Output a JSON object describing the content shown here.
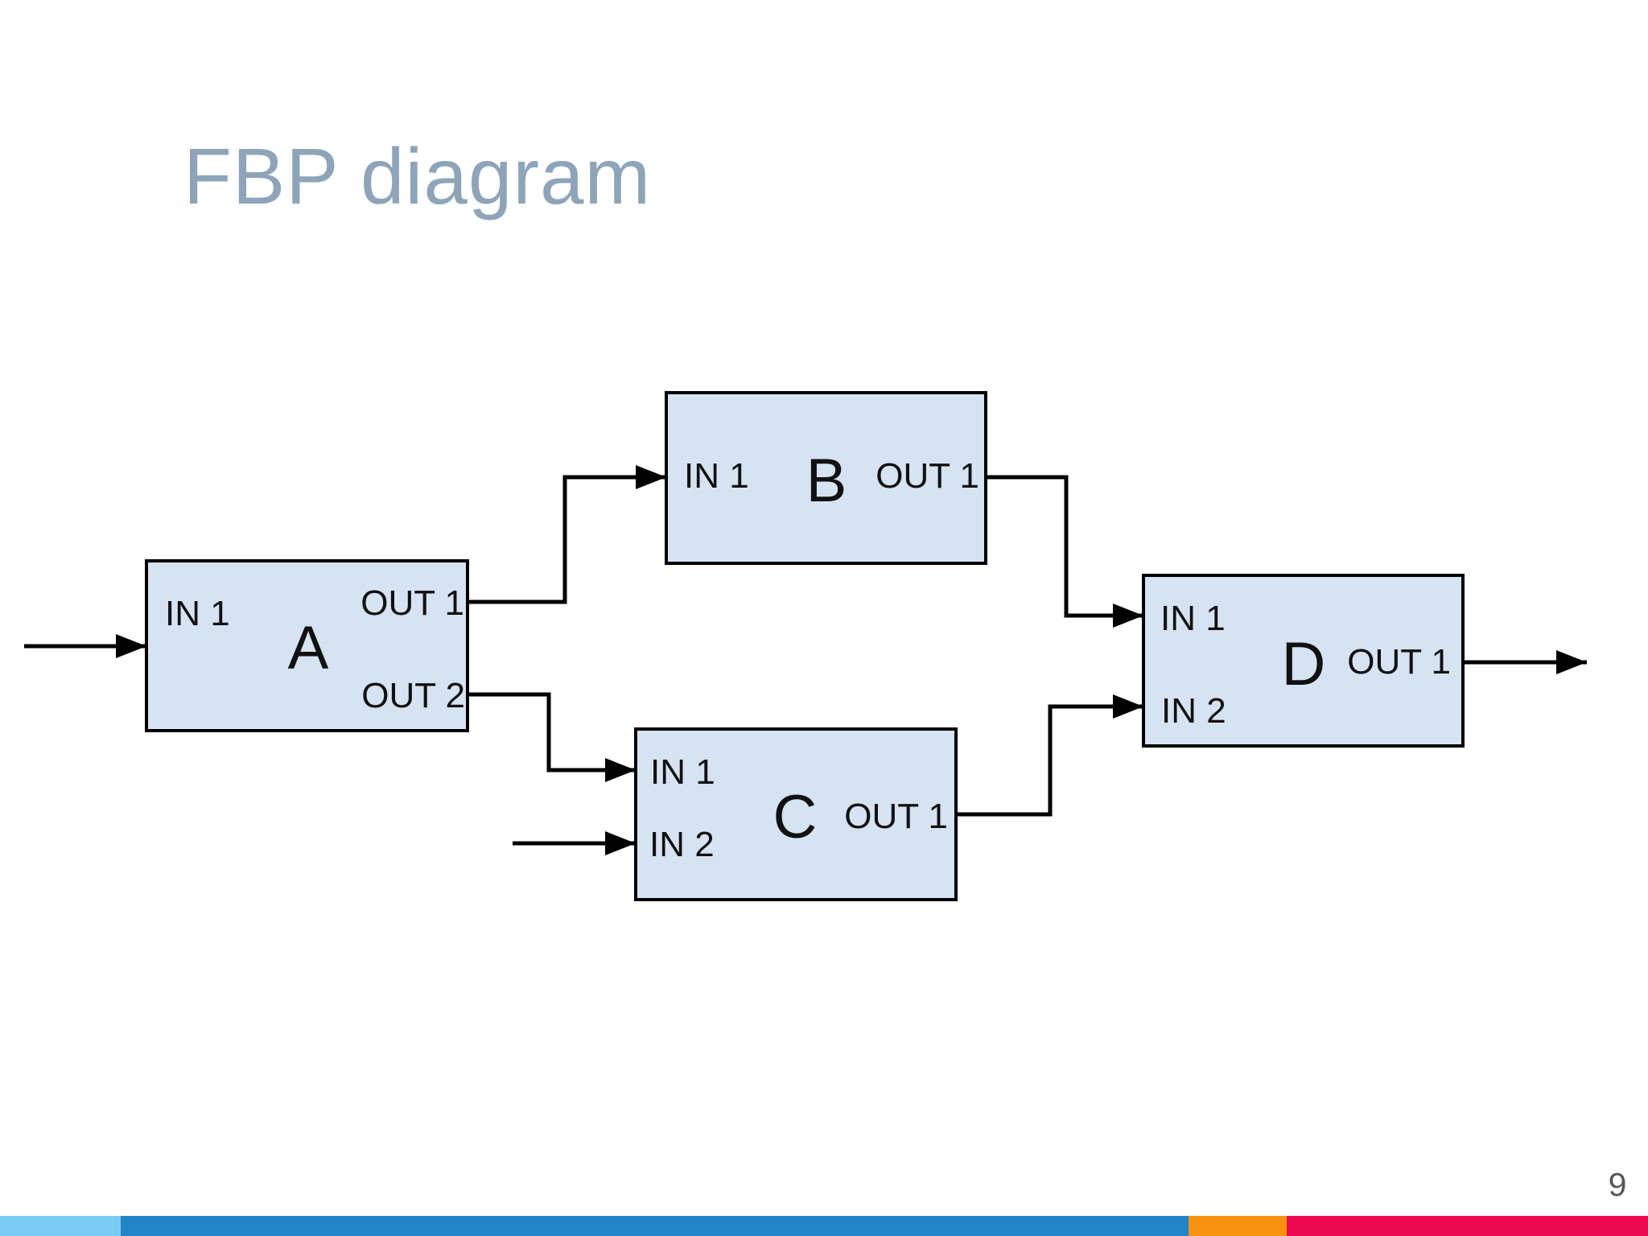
{
  "slide": {
    "title": "FBP diagram",
    "page_number": "9"
  },
  "diagram": {
    "node_a": {
      "title": "A",
      "in1": "IN 1",
      "out1": "OUT 1",
      "out2": "OUT 2"
    },
    "node_b": {
      "title": "B",
      "in1": "IN 1",
      "out1": "OUT 1"
    },
    "node_c": {
      "title": "C",
      "in1": "IN 1",
      "in2": "IN 2",
      "out1": "OUT 1"
    },
    "node_d": {
      "title": "D",
      "in1": "IN 1",
      "in2": "IN 2",
      "out1": "OUT 1"
    }
  },
  "theme": {
    "title_color": "#8da4b9",
    "page_number_color": "#55575c",
    "node_fill": "#d6e3f3",
    "node_border": "#000000",
    "connector_color": "#000000",
    "footer_segment_1": "#79cbf4",
    "footer_segment_2": "#2285c4",
    "footer_segment_3": "#f9920f",
    "footer_segment_4": "#ee0a50"
  }
}
